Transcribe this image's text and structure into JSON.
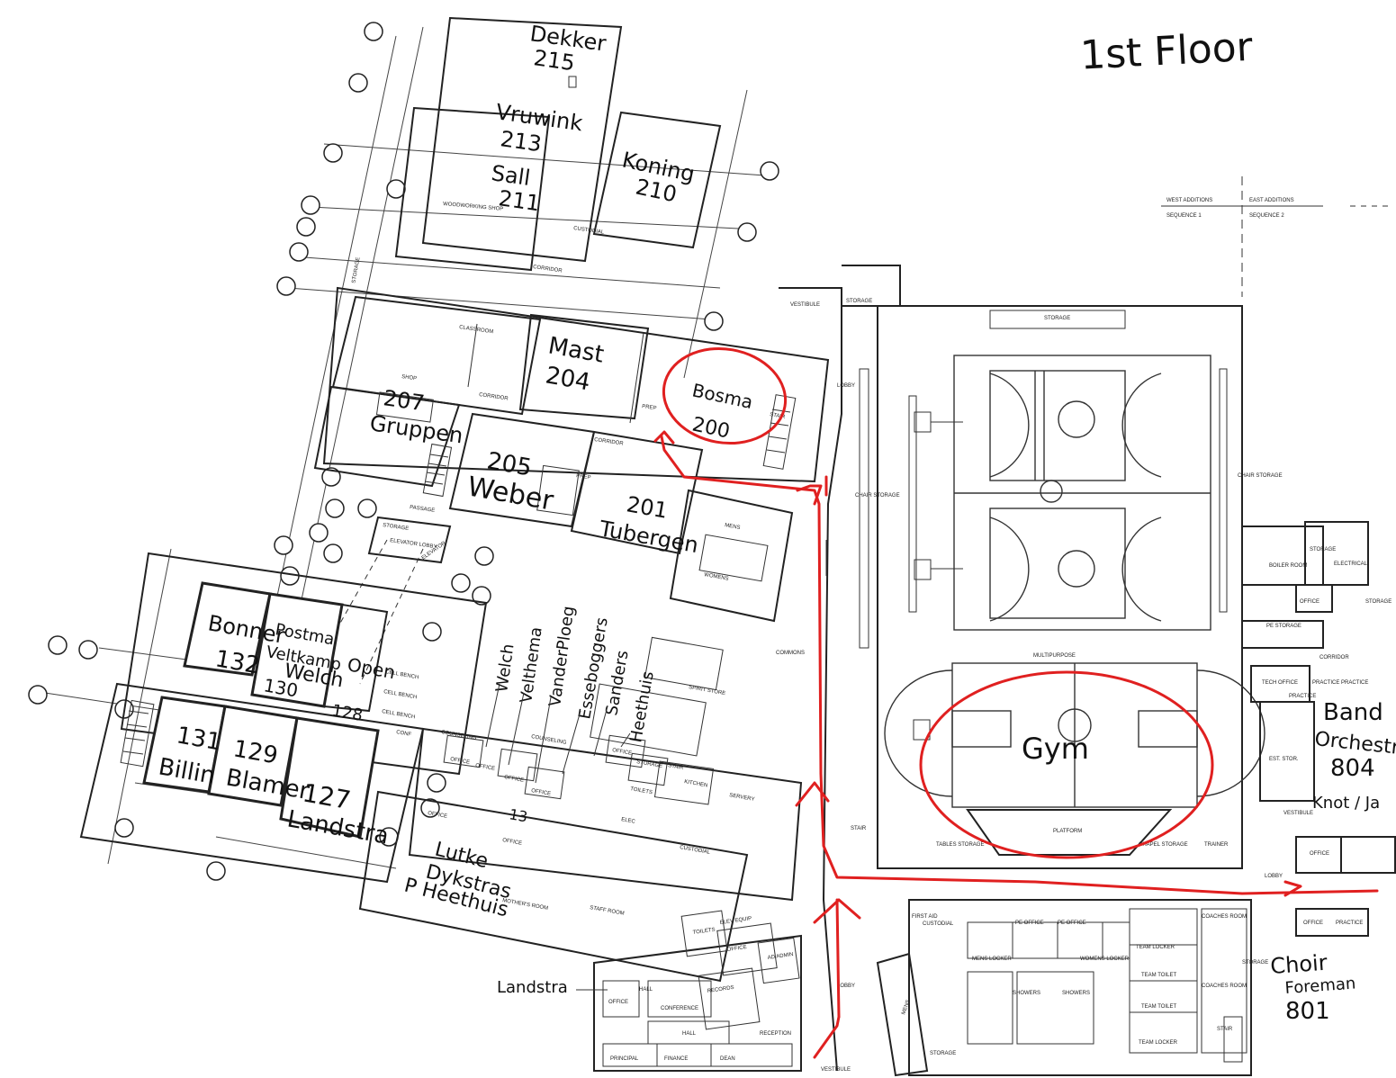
{
  "title": "1st Floor",
  "legend": {
    "west_line1": "WEST ADDITIONS",
    "west_line2": "SEQUENCE 1",
    "east_line1": "EAST ADDITIONS",
    "east_line2": "SEQUENCE 2"
  },
  "rooms": {
    "dekker": "Dekker",
    "dekker_no": "215",
    "vruwink": "Vruwink",
    "vruwink_no": "213",
    "sall": "Sall",
    "sall_no": "211",
    "koning": "Koning",
    "koning_no": "210",
    "mast": "Mast",
    "mast_no": "204",
    "bosma": "Bosma",
    "bosma_no": "200",
    "gruppen_no": "207",
    "gruppen": "Gruppen",
    "weber_no": "205",
    "weber": "Weber",
    "tubergen_no": "201",
    "tubergen": "Tubergen",
    "bonner": "Bonner",
    "bonner_no": "132",
    "postma": "Postma",
    "veltkamp": "Veltkamp",
    "welch": "Welch",
    "welch_no": "130",
    "open": "Open",
    "open_no": "128",
    "billin_no": "131",
    "billin": "Billin",
    "blamer_no": "129",
    "blamer": "Blamer",
    "landstra_no": "127",
    "landstra": "Landstra",
    "gym": "Gym",
    "band": "Band",
    "orchestra": "Orchestra",
    "band_no": "804",
    "knot": "Knot / Ja",
    "choir": "Choir",
    "foreman": "Foreman",
    "choir_no": "801"
  },
  "office_names": [
    "Welch",
    "Velthema",
    "VanderPloeg",
    "Esseboggers",
    "Sanders",
    "Heethuis"
  ],
  "lower_names": {
    "n1": "Lutke",
    "n2": "Dykstras",
    "n3": "P Heethuis",
    "num": "13",
    "landstra_side": "Landstra"
  },
  "plan_labels": {
    "storage": "STORAGE",
    "classroom": "CLASSROOM",
    "corridor": "CORRIDOR",
    "custodial": "CUSTODIAL",
    "woodworking": "WOODWORKING SHOP",
    "shop": "SHOP",
    "prep": "PREP",
    "stair": "STAIR",
    "vestibule": "VESTIBULE",
    "lobby": "LOBBY",
    "chair_storage": "CHAIR STORAGE",
    "commons": "COMMONS",
    "mens": "MENS",
    "womens": "WOMENS",
    "multipurpose": "MULTIPURPOSE",
    "platform": "PLATFORM",
    "tables_storage": "TABLES STORAGE",
    "chapel_storage": "CHAPEL STORAGE",
    "trainer": "TRAINER",
    "boiler": "BOILER ROOM",
    "electrical": "ELECTRICAL",
    "office": "OFFICE",
    "pe_storage": "PE STORAGE",
    "tech_office": "TECH OFFICE",
    "practice": "PRACTICE",
    "counseling": "COUNSELING",
    "spirit_store": "SPIRIT STORE",
    "kitchen": "KITCHEN",
    "servery": "SERVERY",
    "elec": "ELEC",
    "staff_room": "STAFF ROOM",
    "mothers_room": "MOTHER'S ROOM",
    "conference": "CONFERENCE",
    "hall": "HALL",
    "records": "RECORDS",
    "reception": "RECEPTION",
    "principal": "PRINCIPAL",
    "finance": "FINANCE",
    "dean": "DEAN",
    "mens_locker": "MENS LOCKER",
    "womens_locker": "WOMENS LOCKER",
    "team_locker": "TEAM LOCKER",
    "team_toilet": "TEAM TOILET",
    "coaches_room": "COACHES ROOM",
    "showers": "SHOWERS",
    "pe_office": "PE OFFICE",
    "elevator": "ELEVATOR",
    "elevator_lobby": "ELEVATOR LOBBY",
    "ad_admin": "AD ADMIN",
    "first_aid": "FIRST AID",
    "cell_bench": "CELL BENCH",
    "cell_bench2": "CELL BENCH",
    "cell_bench3": "CELL BENCH",
    "conf": "CONF",
    "est_stor": "EST. STOR.",
    "vestibule2": "VESTIBULE",
    "elev_equip": "ELEV EQUIP",
    "toilet_room": "TOILETS",
    "passage": "PASSAGE",
    "storage2": "STORAGE",
    "e_stor": "STORAGE",
    "m_": "MENS",
    "stor_b": "STORAGE"
  },
  "colors": {
    "ink": "#111111",
    "annotation": "#e02020",
    "paper": "#ffffff"
  }
}
